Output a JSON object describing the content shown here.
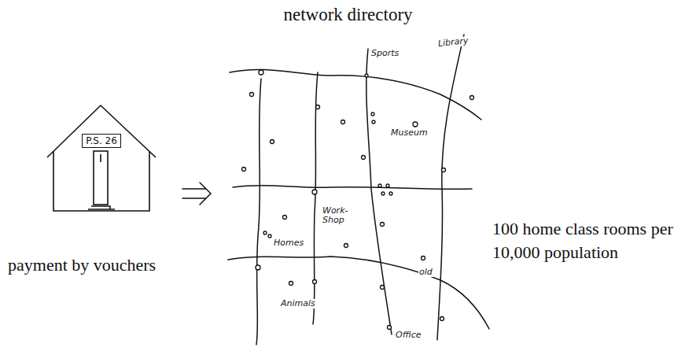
{
  "diagram": {
    "title": "network directory",
    "nodes": [
      {
        "text": [
          "P.S. 26"
        ]
      }
    ],
    "labels": [
      "Sports",
      "Library",
      "Museum",
      "Work-Shop",
      "Homes",
      "Animals",
      "old",
      "Office",
      "100 home class rooms per 10,000 population",
      "payment by vouchers"
    ]
  }
}
